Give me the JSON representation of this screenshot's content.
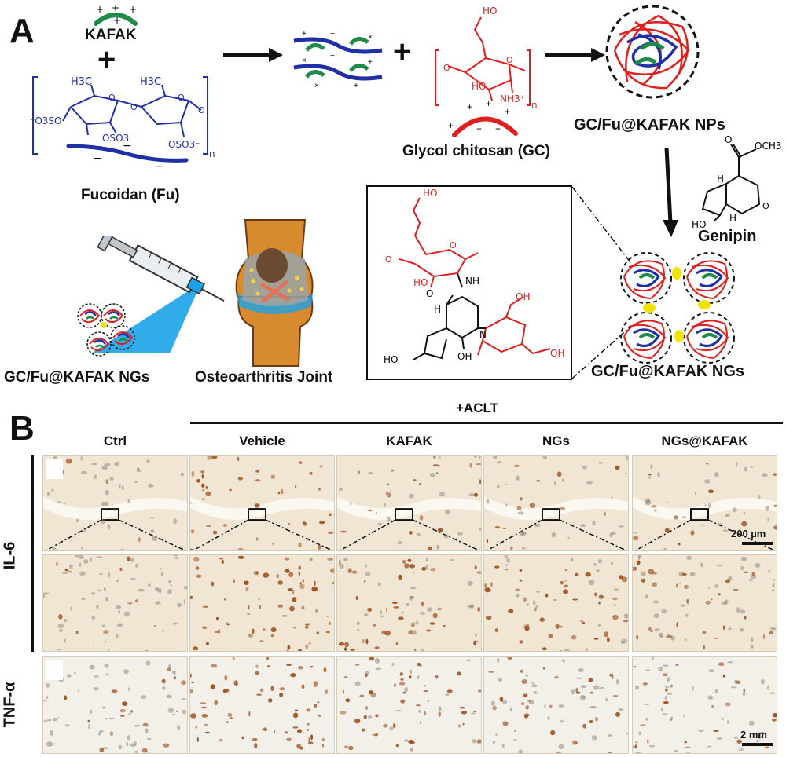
{
  "panel_a": {
    "letter": "A",
    "kafak": "KAFAK",
    "fucoidan": "Fucoidan (Fu)",
    "glycol_chitosan": "Glycol chitosan (GC)",
    "nps": "GC/Fu@KAFAK NPs",
    "genipin": "Genipin",
    "ngs_right": "GC/Fu@KAFAK NGs",
    "ngs_left": "GC/Fu@KAFAK NGs",
    "joint": "Osteoarthritis Joint",
    "fu_h3c_1": "H3C",
    "fu_h3c_2": "H3C",
    "fu_o3so_1": "⁻O3SO",
    "fu_oso3_1": "OSO3⁻",
    "fu_oso3_2": "OSO3⁻",
    "fu_n": "n",
    "gc_ho": "HO",
    "gc_ho2": "HO",
    "gc_nh3": "NH3⁺",
    "gc_n": "n",
    "gen_och3": "OCH3",
    "gen_o": "O",
    "gen_h1": "H",
    "gen_h2": "H",
    "gen_ho": "HO",
    "box_ho1": "HO",
    "box_ho2": "HO",
    "box_nh": "NH",
    "box_o": "O",
    "box_h": "H",
    "box_n": "N",
    "box_oh1": "OH",
    "box_oh2": "OH",
    "box_ho3": "HO",
    "box_oh3": "OH"
  },
  "panel_b": {
    "letter": "B",
    "group_label": "+ACLT",
    "columns": [
      "Ctrl",
      "Vehicle",
      "KAFAK",
      "NGs",
      "NGs@KAFAK"
    ],
    "rows": [
      "IL-6",
      "TNF-α"
    ],
    "scale_top": "200 µm",
    "scale_bottom": "2 mm"
  },
  "colors": {
    "fucoidan_blue": "#1f2fa8",
    "chitosan_red": "#e01e1e",
    "kafak_green": "#1f8a4a",
    "genipin_yellow": "#f2e200",
    "stain_brown": "#a0521e",
    "tissue_bg": "#f1e6d4"
  }
}
